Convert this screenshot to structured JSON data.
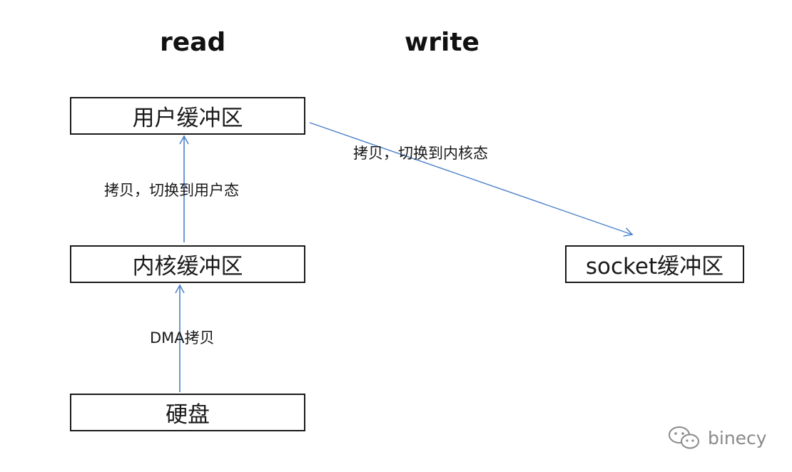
{
  "headings": {
    "read": "read",
    "write": "write"
  },
  "nodes": {
    "user_buffer": "用户缓冲区",
    "kernel_buffer": "内核缓冲区",
    "disk": "硬盘",
    "socket_buffer": "socket缓冲区"
  },
  "edges": {
    "disk_to_kernel": "DMA拷贝",
    "kernel_to_user": "拷贝，切换到用户态",
    "user_to_socket": "拷贝，切换到内核态"
  },
  "watermark": {
    "icon": "wechat-logo-icon",
    "text": "binecy"
  },
  "colors": {
    "arrow": "#4a7fc9",
    "box_border": "#1a1a1a",
    "watermark": "#8a8a8a"
  }
}
